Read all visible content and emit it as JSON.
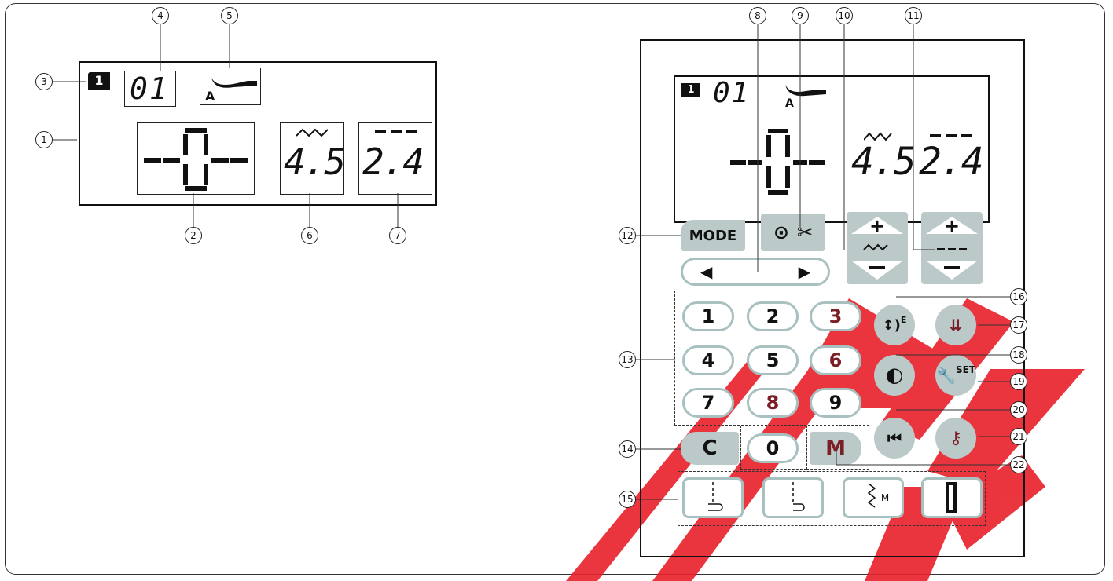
{
  "callouts": [
    "1",
    "2",
    "3",
    "4",
    "5",
    "6",
    "7",
    "8",
    "9",
    "10",
    "11",
    "12",
    "13",
    "14",
    "15",
    "16",
    "17",
    "18",
    "19",
    "20",
    "21",
    "22"
  ],
  "lcd": {
    "memory_icon": "1",
    "pattern_number": "01",
    "foot_letter": "A",
    "center_value": "-0-",
    "width_value": "4.5",
    "length_value": "2.4"
  },
  "panel": {
    "mode_label": "MODE",
    "plus_label": "+",
    "minus_label": "−",
    "left_arrow": "◀",
    "right_arrow": "▶",
    "num_keys": [
      "1",
      "2",
      "3",
      "4",
      "5",
      "6",
      "7",
      "8",
      "9",
      "0"
    ],
    "clear_label": "C",
    "memory_label": "M",
    "set_label": "SET",
    "elong_label": "E",
    "stitch_m_label": "M"
  },
  "colors": {
    "key_grey": "#bcc9c9",
    "key_border": "#a8c0c0",
    "red_digit": "#7a1f25",
    "watermark_red": "#e8202a"
  }
}
